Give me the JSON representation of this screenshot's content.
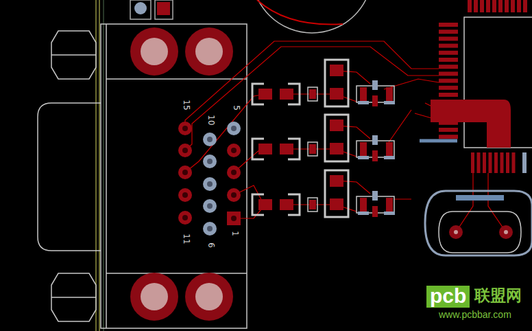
{
  "diagram": {
    "labels": [
      "15",
      "10",
      "5",
      "11",
      "6",
      "1",
      "pcb",
      "联盟网",
      "www.pcbbar.com"
    ]
  }
}
